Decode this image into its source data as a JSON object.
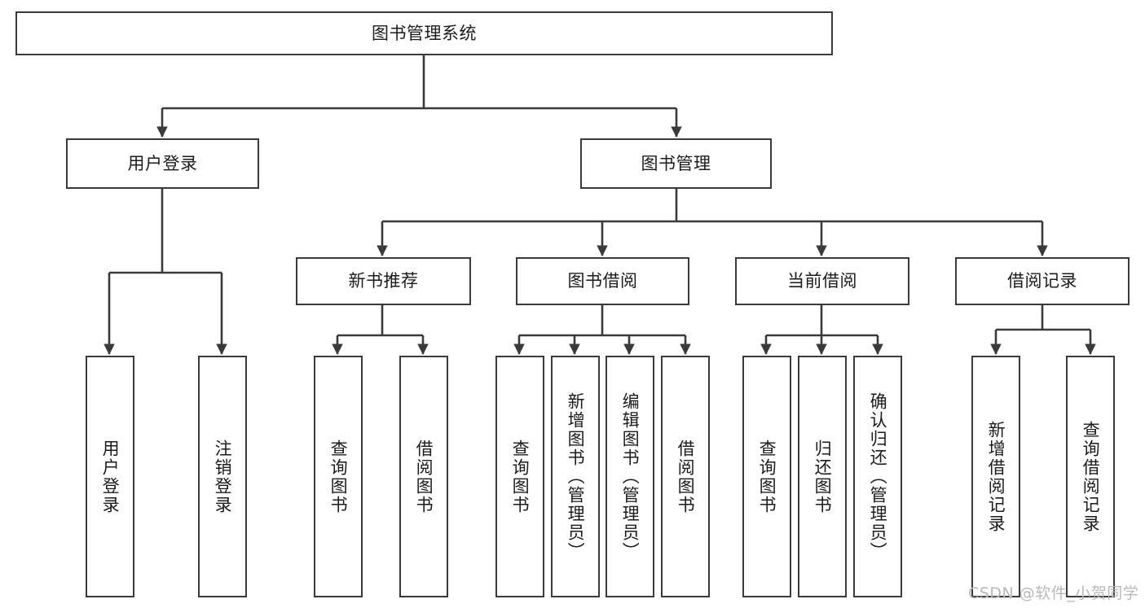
{
  "diagram": {
    "type": "tree-hierarchy",
    "title": "图书管理系统",
    "watermark": "CSDN @软件_小贺同学",
    "colors": {
      "box_border": "#3a3a3a",
      "box_fill": "#ffffff",
      "connector": "#3a3a3a",
      "text": "#1b1b1b",
      "watermark": "#b8b8b8",
      "background": "#ffffff"
    },
    "nodes": {
      "root": {
        "label": "图书管理系统"
      },
      "level2": [
        {
          "id": "user-login",
          "label": "用户登录"
        },
        {
          "id": "book-manage",
          "label": "图书管理"
        }
      ],
      "level3": [
        {
          "id": "new-book-recommend",
          "label": "新书推荐"
        },
        {
          "id": "book-borrow",
          "label": "图书借阅"
        },
        {
          "id": "current-borrow",
          "label": "当前借阅"
        },
        {
          "id": "borrow-record",
          "label": "借阅记录"
        }
      ],
      "leaves": {
        "user-login": [
          {
            "id": "leaf-user-login",
            "label": "用户登录"
          },
          {
            "id": "leaf-logout-login",
            "label": "注销登录"
          }
        ],
        "new-book-recommend": [
          {
            "id": "leaf-query-book-1",
            "label": "查询图书"
          },
          {
            "id": "leaf-borrow-book-1",
            "label": "借阅图书"
          }
        ],
        "book-borrow": [
          {
            "id": "leaf-query-book-2",
            "label": "查询图书"
          },
          {
            "id": "leaf-add-book",
            "label": "新增图书（管理员）"
          },
          {
            "id": "leaf-edit-book",
            "label": "编辑图书（管理员）"
          },
          {
            "id": "leaf-borrow-book-2",
            "label": "借阅图书"
          }
        ],
        "current-borrow": [
          {
            "id": "leaf-query-book-3",
            "label": "查询图书"
          },
          {
            "id": "leaf-return-book",
            "label": "归还图书"
          },
          {
            "id": "leaf-confirm-return",
            "label": "确认归还（管理员）"
          }
        ],
        "borrow-record": [
          {
            "id": "leaf-add-record",
            "label": "新增借阅记录"
          },
          {
            "id": "leaf-query-record",
            "label": "查询借阅记录"
          }
        ]
      }
    }
  }
}
